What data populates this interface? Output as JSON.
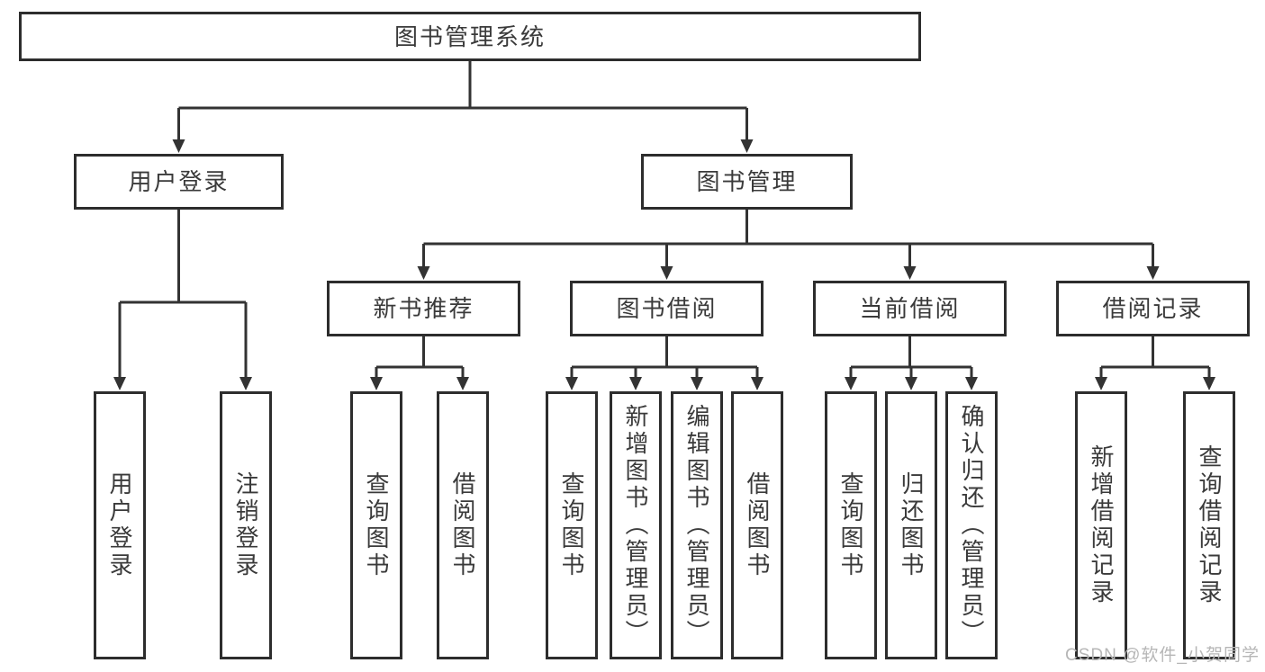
{
  "diagram": {
    "title": "图书管理系统",
    "type": "hierarchy-tree",
    "colors": {
      "line": "#333333",
      "border": "#2d2d2d",
      "text": "#3a3a3a",
      "background": "#ffffff",
      "watermark": "#b6b6b6"
    },
    "tree": {
      "root": "图书管理系统",
      "user_login": {
        "label": "用户登录",
        "children": [
          "用户登录",
          "注销登录"
        ]
      },
      "book_mgmt": {
        "label": "图书管理",
        "groups": [
          {
            "label": "新书推荐",
            "children": [
              "查询图书",
              "借阅图书"
            ]
          },
          {
            "label": "图书借阅",
            "children": [
              "查询图书",
              "新增图书（管理员）",
              "编辑图书（管理员）",
              "借阅图书"
            ]
          },
          {
            "label": "当前借阅",
            "children": [
              "查询图书",
              "归还图书",
              "确认归还（管理员）"
            ]
          },
          {
            "label": "借阅记录",
            "children": [
              "新增借阅记录",
              "查询借阅记录"
            ]
          }
        ]
      }
    },
    "watermark": "CSDN @软件_小贺同学"
  }
}
